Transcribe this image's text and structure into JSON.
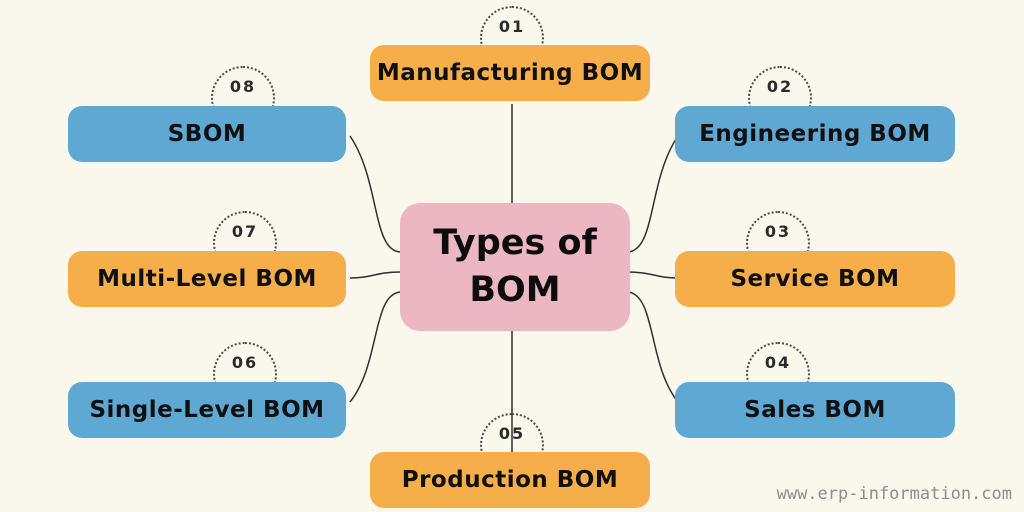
{
  "center": {
    "title_line1": "Types of",
    "title_line2": "BOM"
  },
  "watermark": "www.erp-information.com",
  "colors": {
    "orange": "#F6AE4B",
    "blue": "#5FA8D3",
    "pink": "#ECB7C3",
    "background": "#FAF7EC",
    "connector_line": "#2f2f2f"
  },
  "nodes": [
    {
      "number": "01",
      "label": "Manufacturing BOM",
      "color": "orange",
      "position": "top-center"
    },
    {
      "number": "02",
      "label": "Engineering BOM",
      "color": "blue",
      "position": "top-right"
    },
    {
      "number": "03",
      "label": "Service BOM",
      "color": "orange",
      "position": "right"
    },
    {
      "number": "04",
      "label": "Sales BOM",
      "color": "blue",
      "position": "bottom-right"
    },
    {
      "number": "05",
      "label": "Production BOM",
      "color": "orange",
      "position": "bottom-center"
    },
    {
      "number": "06",
      "label": "Single-Level BOM",
      "color": "blue",
      "position": "bottom-left"
    },
    {
      "number": "07",
      "label": "Multi-Level BOM",
      "color": "orange",
      "position": "left"
    },
    {
      "number": "08",
      "label": "SBOM",
      "color": "blue",
      "position": "top-left"
    }
  ]
}
